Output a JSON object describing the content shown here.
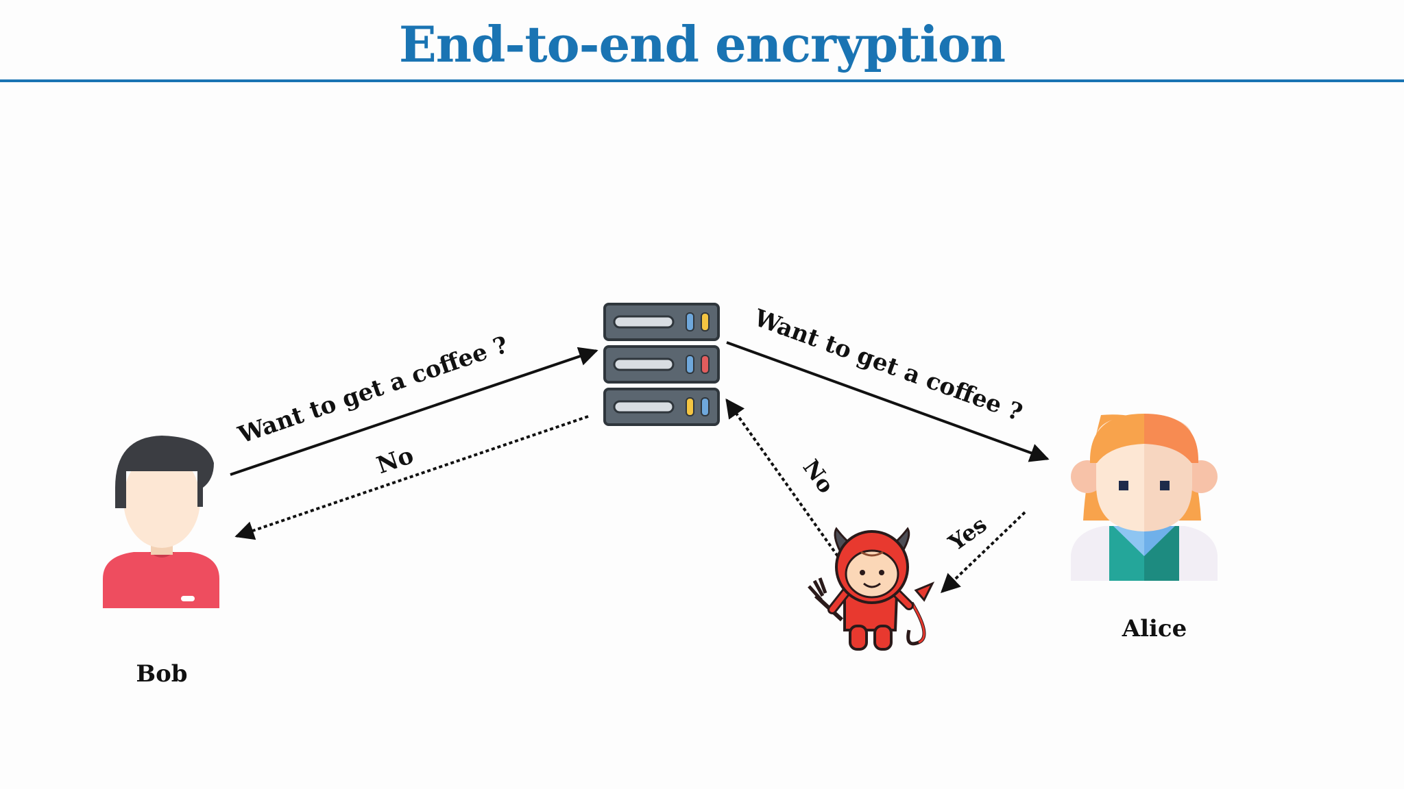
{
  "slide": {
    "title": "End-to-end encryption"
  },
  "actors": {
    "bob": "Bob",
    "alice": "Alice"
  },
  "messages": {
    "bob_to_server": "Want to get a coffee ?",
    "server_to_alice": "Want to get a coffee ?",
    "server_to_bob": "No",
    "attacker_to_server": "No",
    "alice_to_attacker": "Yes"
  },
  "colors": {
    "title": "#1a74b3",
    "arrow": "#111111",
    "bob_shirt": "#ee4d5f",
    "alice_hair": "#f8a34c",
    "devil": "#e8392f",
    "server": "#5b6670"
  },
  "icons": {
    "bob": "male-user-icon",
    "alice": "female-user-icon",
    "server": "server-rack-icon",
    "attacker": "devil-icon"
  }
}
